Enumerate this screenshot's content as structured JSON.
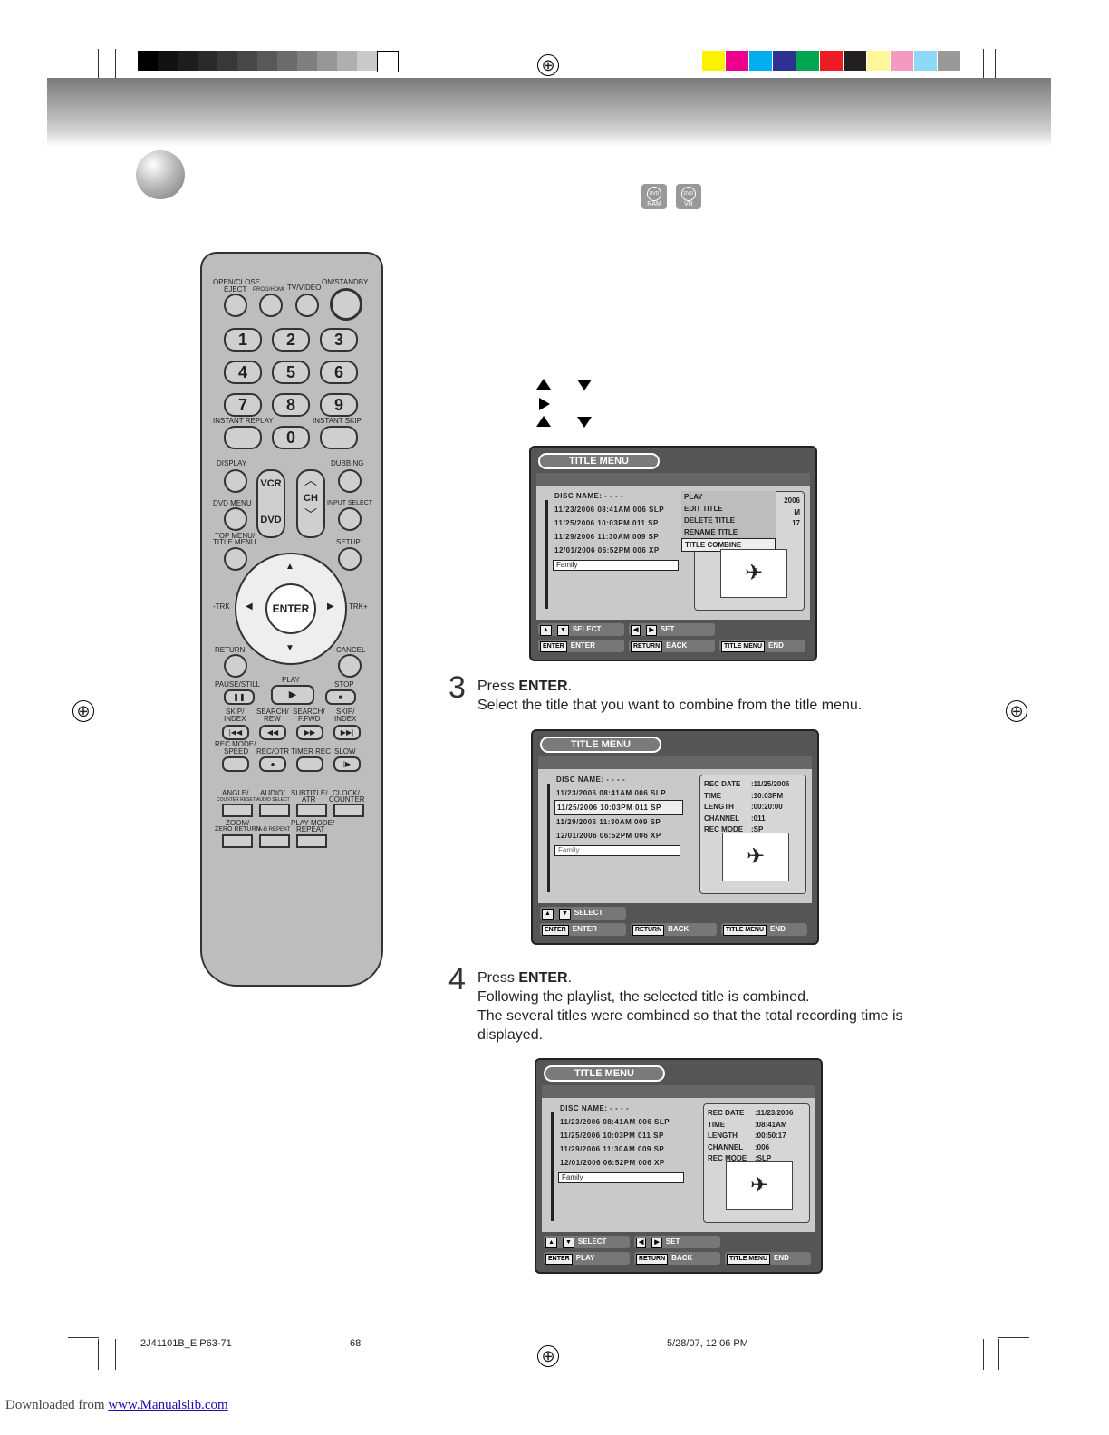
{
  "color_bar_gray": [
    "#000000",
    "#111111",
    "#1d1d1d",
    "#2a2a2a",
    "#383838",
    "#474747",
    "#585858",
    "#6b6b6b",
    "#807f7f",
    "#979696",
    "#b0afaf",
    "#cbcaca",
    "#ffffff"
  ],
  "color_bar_color": [
    "#fff200",
    "#ec008c",
    "#00aeef",
    "#2e3192",
    "#00a651",
    "#ed1c24",
    "#231f20",
    "#fff799",
    "#f49ac1",
    "#8ed8f8",
    "#999999"
  ],
  "disc_icons": [
    {
      "name": "DVD",
      "label": "RAM"
    },
    {
      "name": "DVD",
      "label": "VR"
    }
  ],
  "remote": {
    "top_labels": {
      "open_close": "OPEN/CLOSE",
      "eject": "EJECT",
      "prog_hdmi": "PROG/HDMI",
      "tv_video": "TV/VIDEO",
      "on_standby": "ON/STANDBY"
    },
    "digits": [
      "1",
      "2",
      "3",
      "4",
      "5",
      "6",
      "7",
      "8",
      "9",
      "0"
    ],
    "instant_replay": "INSTANT REPLAY",
    "instant_skip": "INSTANT SKIP",
    "display": "DISPLAY",
    "dubbing": "DUBBING",
    "vcr": "VCR",
    "dvd": "DVD",
    "ch": "CH",
    "dvd_menu": "DVD MENU",
    "input_select": "INPUT SELECT",
    "top_menu": "TOP MENU/",
    "title_menu": "TITLE MENU",
    "setup": "SETUP",
    "trk_minus": "-TRK",
    "trk_plus": "TRK+",
    "enter": "ENTER",
    "return": "RETURN",
    "cancel": "CANCEL",
    "pause_still": "PAUSE/STILL",
    "play": "PLAY",
    "stop": "STOP",
    "skip_index_l": "SKIP/",
    "index_l": "INDEX",
    "search_rew_a": "SEARCH/",
    "search_rew_b": "REW",
    "search_ffwd_a": "SEARCH/",
    "search_ffwd_b": "F.FWD",
    "skip_index_r": "SKIP/",
    "index_r": "INDEX",
    "rec_mode": "REC MODE/",
    "speed": "SPEED",
    "rec_otr": "REC/OTR",
    "timer_rec": "TIMER REC",
    "slow": "SLOW",
    "angle": "ANGLE/",
    "counter_reset": "COUNTER RESET",
    "audio": "AUDIO/",
    "audio_select": "AUDIO SELECT",
    "subtitle": "SUBTITLE/",
    "atr": "ATR",
    "clock": "CLOCK/",
    "counter": "COUNTER",
    "zoom": "ZOOM/",
    "zero_return": "ZERO RETURN",
    "ab_repeat": "A-B REPEAT",
    "play_mode": "PLAY MODE/",
    "repeat": "REPEAT"
  },
  "steps": [
    {
      "num": "3",
      "line1_pre": "Press ",
      "line1_bold": "ENTER",
      "line1_post": ".",
      "lines": [
        "Select the title that you want to combine from the title menu."
      ]
    },
    {
      "num": "4",
      "line1_pre": "Press ",
      "line1_bold": "ENTER",
      "line1_post": ".",
      "lines": [
        "Following the playlist, the selected title is combined.",
        "The several titles were combined so that the total recording time is",
        "displayed."
      ]
    }
  ],
  "screens": [
    {
      "title": "TITLE MENU",
      "disc_name": "DISC NAME: - - - -",
      "rows": [
        "11/23/2006 08:41AM 006 SLP",
        "11/25/2006 10:03PM 011 SP",
        "11/29/2006 11:30AM 009 SP",
        "12/01/2006 06:52PM 006 XP"
      ],
      "family": "Family",
      "menu": [
        "PLAY",
        "EDIT TITLE",
        "DELETE TITLE",
        "RENAME TITLE",
        "TITLE COMBINE"
      ],
      "info_partial": [
        "2006",
        "M",
        "17"
      ],
      "bottom": {
        "select": "SELECT",
        "set": "SET",
        "enter_key": "ENTER",
        "enter_action": "ENTER",
        "return_key": "RETURN",
        "back": "BACK",
        "title_menu_key": "TITLE MENU",
        "end": "END"
      }
    },
    {
      "title": "TITLE MENU",
      "disc_name": "DISC NAME: - - - -",
      "rows": [
        "11/23/2006 08:41AM 006 SLP",
        "11/25/2006 10:03PM 011 SP",
        "11/29/2006 11:30AM 009 SP",
        "12/01/2006 06:52PM 006 XP"
      ],
      "family": "Family",
      "info": [
        {
          "k": "REC DATE",
          "v": ":11/25/2006"
        },
        {
          "k": "TIME",
          "v": ":10:03PM"
        },
        {
          "k": "LENGTH",
          "v": ":00:20:00"
        },
        {
          "k": "CHANNEL",
          "v": ":011"
        },
        {
          "k": "REC MODE",
          "v": ":SP"
        }
      ],
      "bottom": {
        "select": "SELECT",
        "enter_key": "ENTER",
        "enter_action": "ENTER",
        "return_key": "RETURN",
        "back": "BACK",
        "title_menu_key": "TITLE MENU",
        "end": "END"
      }
    },
    {
      "title": "TITLE MENU",
      "disc_name": "DISC NAME: - - - -",
      "rows": [
        "11/23/2006 08:41AM 006 SLP",
        "11/25/2006 10:03PM 011 SP",
        "11/29/2006 11:30AM 009 SP",
        "12/01/2006 06:52PM 006 XP"
      ],
      "family": "Family",
      "info": [
        {
          "k": "REC DATE",
          "v": ":11/23/2006"
        },
        {
          "k": "TIME",
          "v": ":08:41AM"
        },
        {
          "k": "LENGTH",
          "v": ":00:50:17"
        },
        {
          "k": "CHANNEL",
          "v": ":006"
        },
        {
          "k": "REC MODE",
          "v": ":SLP"
        }
      ],
      "bottom": {
        "select": "SELECT",
        "set": "SET",
        "enter_key": "ENTER",
        "enter_action": "PLAY",
        "return_key": "RETURN",
        "back": "BACK",
        "title_menu_key": "TITLE MENU",
        "end": "END"
      }
    }
  ],
  "footer": {
    "code": "2J41101B_E P63-71",
    "page": "68",
    "date": "5/28/07, 12:06 PM"
  },
  "download": {
    "prefix": "Downloaded from ",
    "link": "www.Manualslib.com"
  }
}
